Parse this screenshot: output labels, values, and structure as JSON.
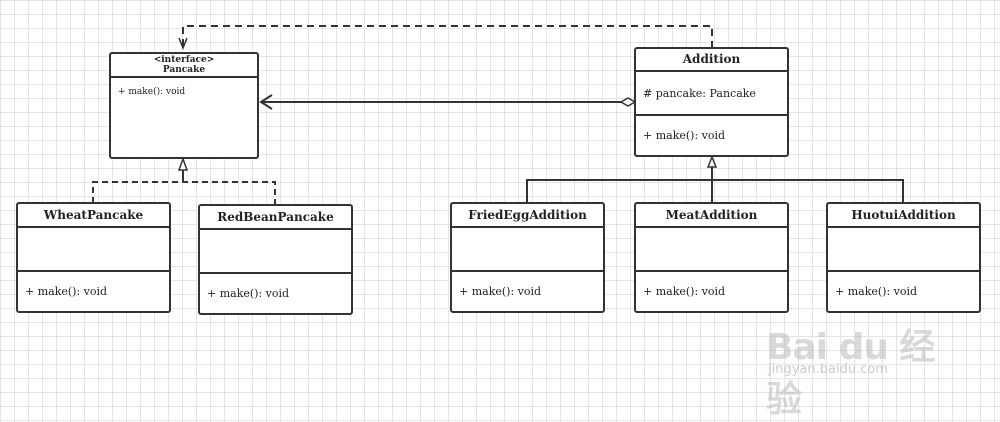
{
  "pancake": {
    "stereotype": "<interface>",
    "name": "Pancake",
    "operation": "+ make(): void"
  },
  "addition": {
    "name": "Addition",
    "attribute": "# pancake: Pancake",
    "operation": "+ make(): void"
  },
  "wheat_pancake": {
    "name": "WheatPancake",
    "operation": "+ make(): void"
  },
  "redbean_pancake": {
    "name": "RedBeanPancake",
    "operation": "+ make(): void"
  },
  "friedegg_addition": {
    "name": "FriedEggAddition",
    "operation": "+ make(): void"
  },
  "meat_addition": {
    "name": "MeatAddition",
    "operation": "+ make(): void"
  },
  "huotui_addition": {
    "name": "HuotuiAddition",
    "operation": "+ make(): void"
  },
  "watermark": {
    "brand": "Bai du 经验",
    "url": "jingyan.baidu.com"
  },
  "colors": {
    "line": "#333333",
    "grid": "#e4e4e4",
    "box_fill": "#ffffff"
  }
}
